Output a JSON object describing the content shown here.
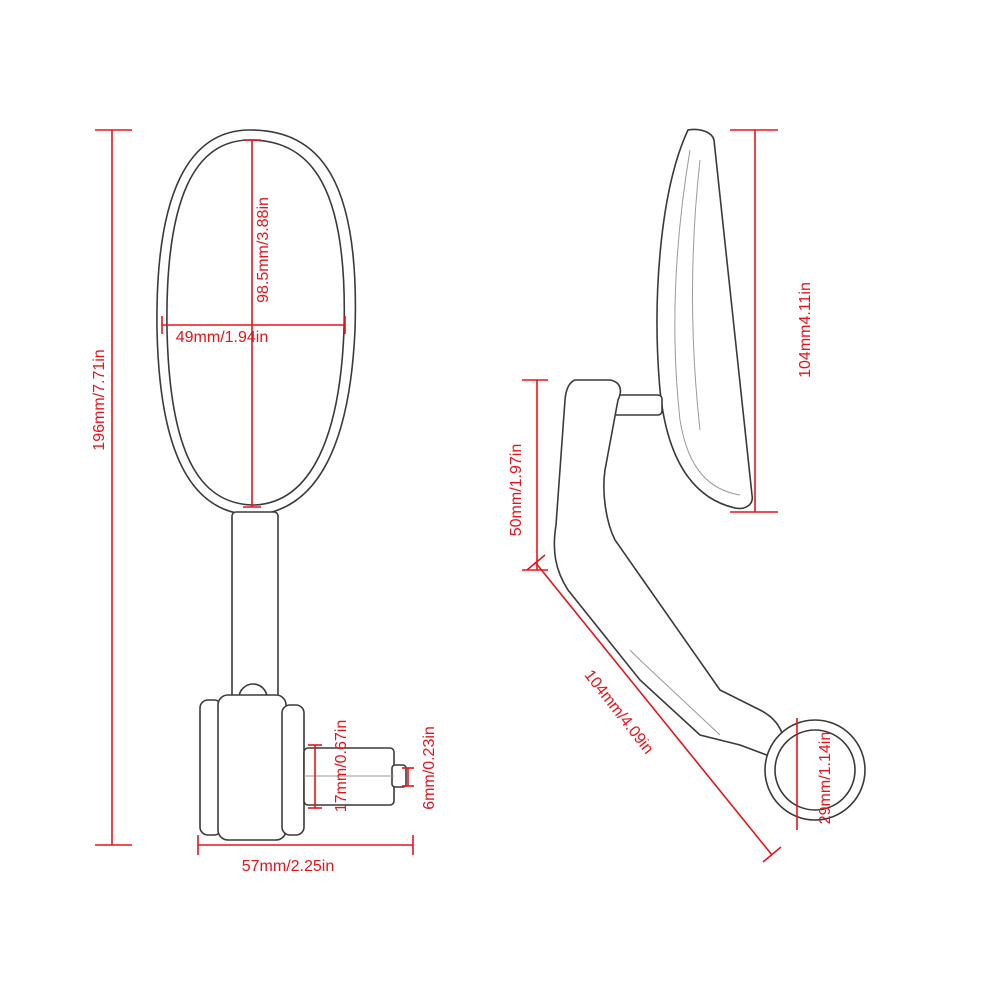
{
  "front_view": {
    "total_height": "196mm/7.71in",
    "mirror_height": "98.5mm/3.88in",
    "mirror_width": "49mm/1.94in",
    "clamp_width": "57mm/2.25in",
    "plug_diameter": "17mm/0.67in",
    "bolt_diameter": "6mm/0.23in"
  },
  "side_view": {
    "mirror_height": "104mm4.11in",
    "arm_height": "50mm/1.97in",
    "arm_length": "104mm/4.09in",
    "clamp_diameter": "29mm/1.14in"
  },
  "colors": {
    "dimension": "#e8141b",
    "outline": "#3a3a3a"
  }
}
